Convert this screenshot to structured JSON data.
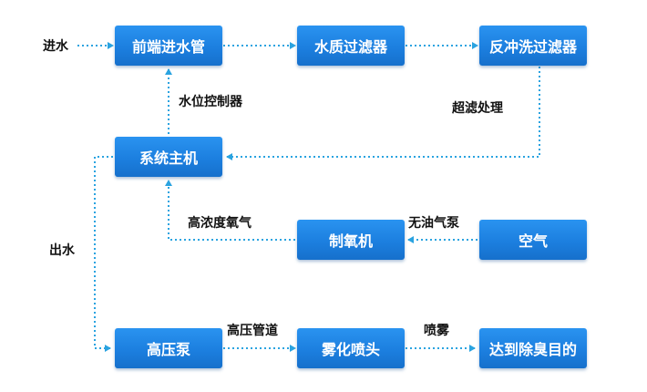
{
  "nodes": {
    "front_inlet_pipe": "前端进水管",
    "water_filter": "水质过滤器",
    "backwash_filter": "反冲洗过滤器",
    "system_host": "系统主机",
    "oxygen_generator": "制氧机",
    "air": "空气",
    "high_pressure_pump": "高压泵",
    "atomizing_nozzle": "雾化喷头",
    "deodorize": "达到除臭目的"
  },
  "edge_labels": {
    "water_in": "进水",
    "water_level_controller": "水位控制器",
    "ultrafiltration": "超滤处理",
    "high_concentration_oxygen": "高浓度氧气",
    "oil_free_air_pump": "无油气泵",
    "water_out": "出水",
    "high_pressure_pipe": "高压管道",
    "spray": "喷雾"
  },
  "colors": {
    "node": "#1c7fdf",
    "connector": "#2aa3e0",
    "text": "#111111"
  }
}
